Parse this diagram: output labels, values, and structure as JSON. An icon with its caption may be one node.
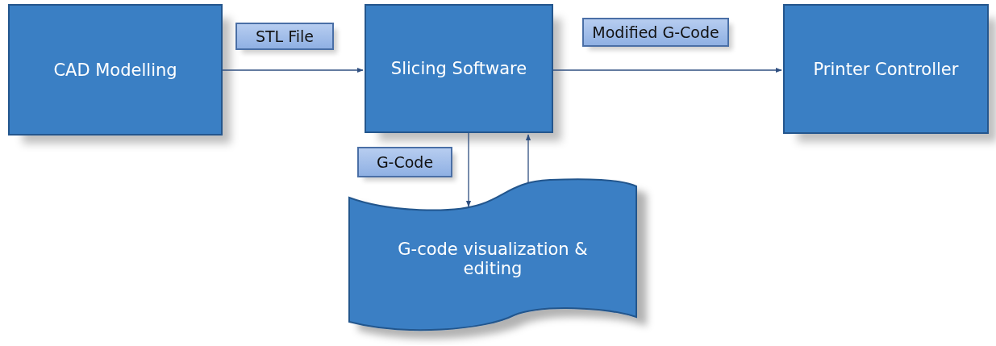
{
  "diagram": {
    "nodes": [
      {
        "text": [
          "CAD Modelling"
        ]
      },
      {
        "text": [
          "Slicing Software"
        ]
      },
      {
        "text": [
          "Printer Controller"
        ]
      },
      {
        "text": [
          "G-code visualization & editing"
        ]
      }
    ],
    "edges": [
      {
        "from": 0,
        "to": 1,
        "arrow": "to",
        "label": "STL File"
      },
      {
        "from": 1,
        "to": 2,
        "arrow": "to",
        "label": "Modified G-Code"
      },
      {
        "from": 1,
        "to": 3,
        "arrow": "to",
        "label": "G-Code"
      },
      {
        "from": 3,
        "to": 1,
        "arrow": "to"
      }
    ]
  }
}
